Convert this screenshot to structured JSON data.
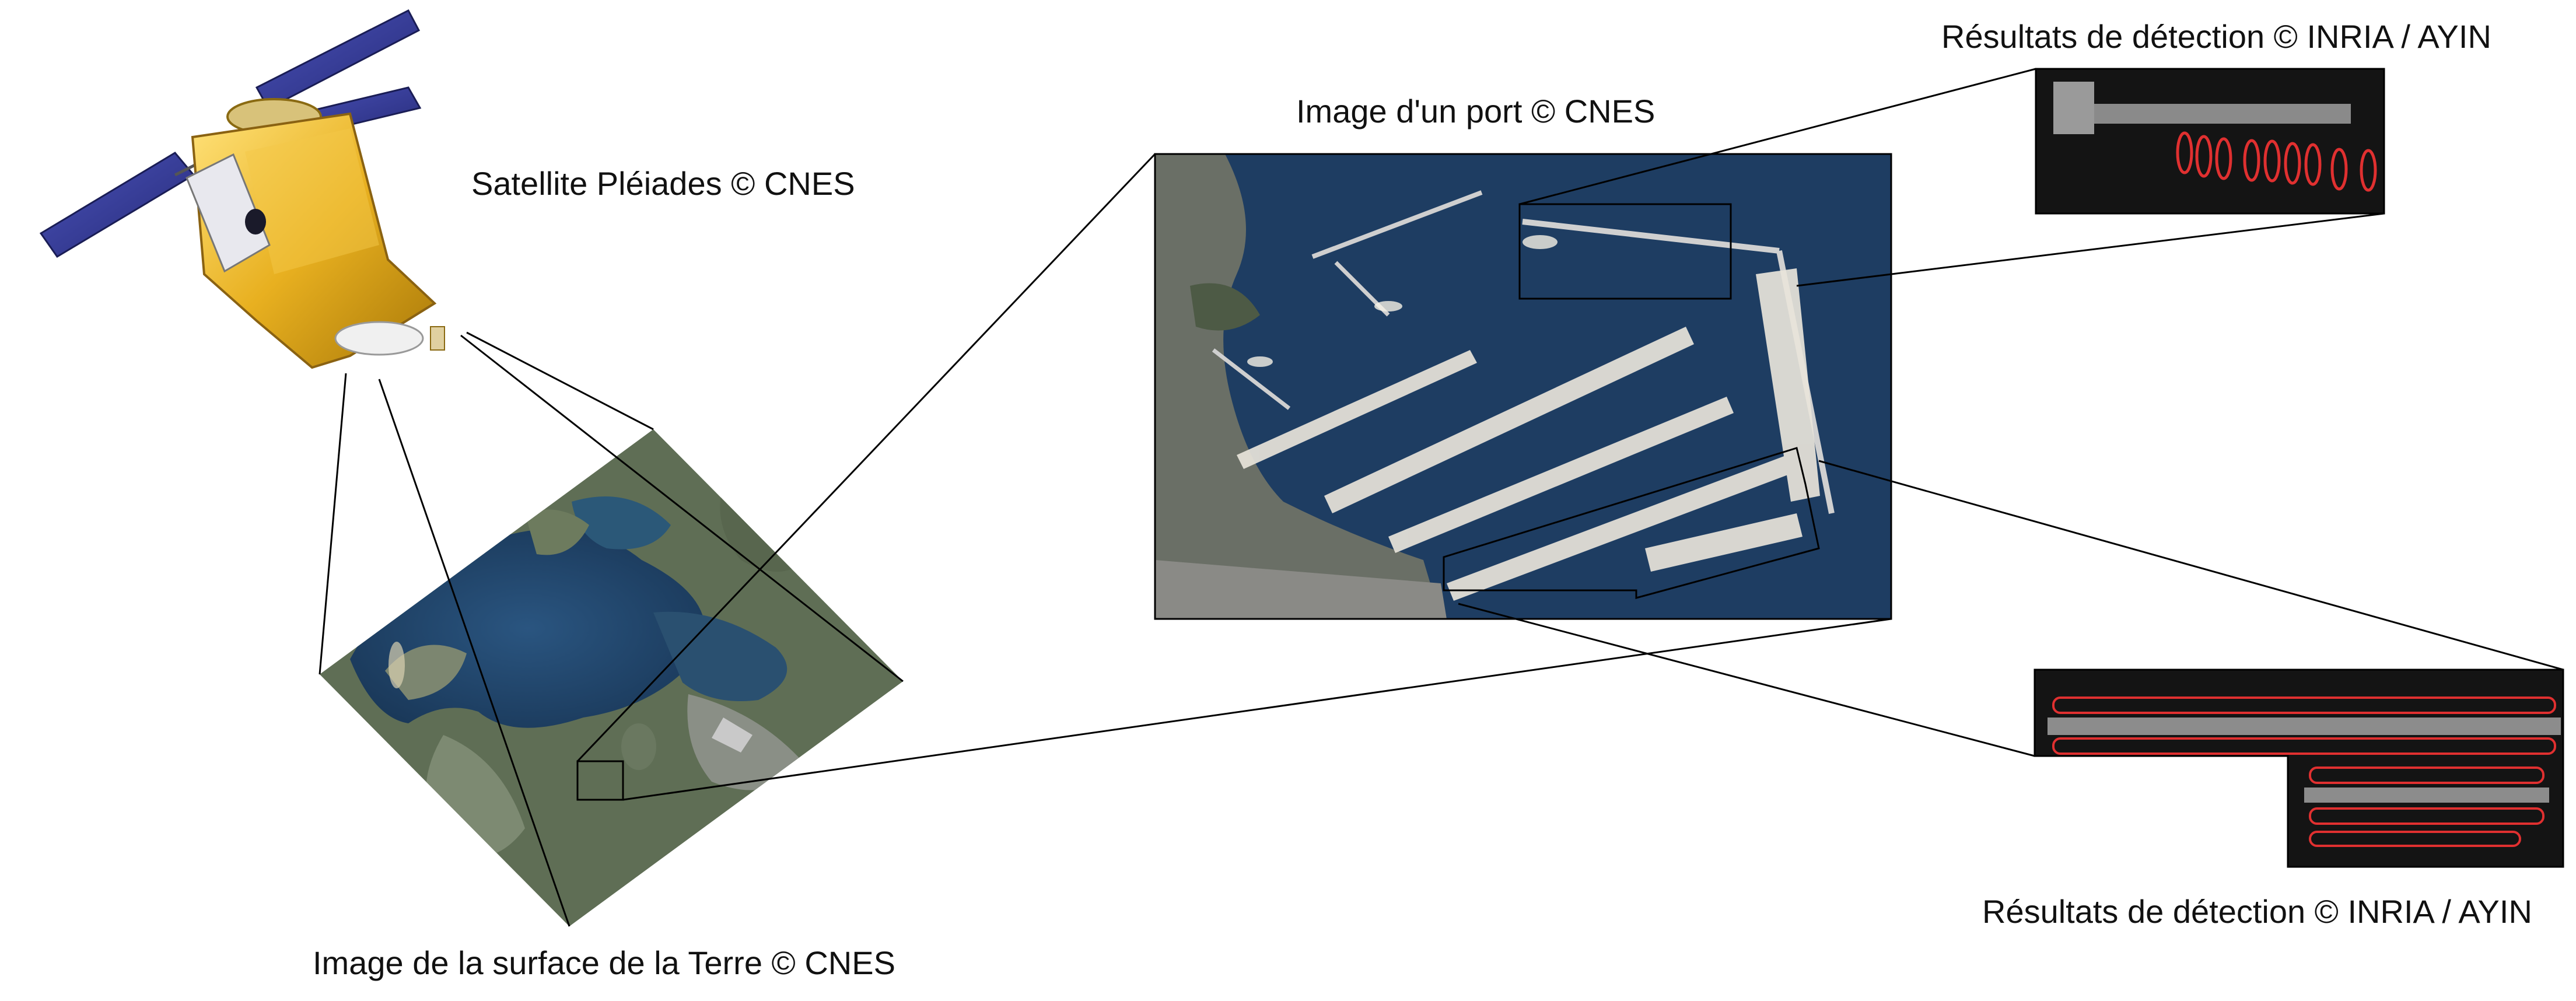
{
  "captions": {
    "satellite": "Satellite Pléiades © CNES",
    "earth": "Image de la surface de la Terre © CNES",
    "port": "Image d'un port © CNES",
    "detection_top": "Résultats de détection © INRIA / AYIN",
    "detection_bottom": "Résultats de détection © INRIA / AYIN"
  },
  "colors": {
    "solar_panel": "#3a3f9a",
    "satellite_body": "#e8b020",
    "sea": "#1e3d62",
    "land": "#6e7a62",
    "detection_box": "#e03030",
    "line": "#000000"
  }
}
